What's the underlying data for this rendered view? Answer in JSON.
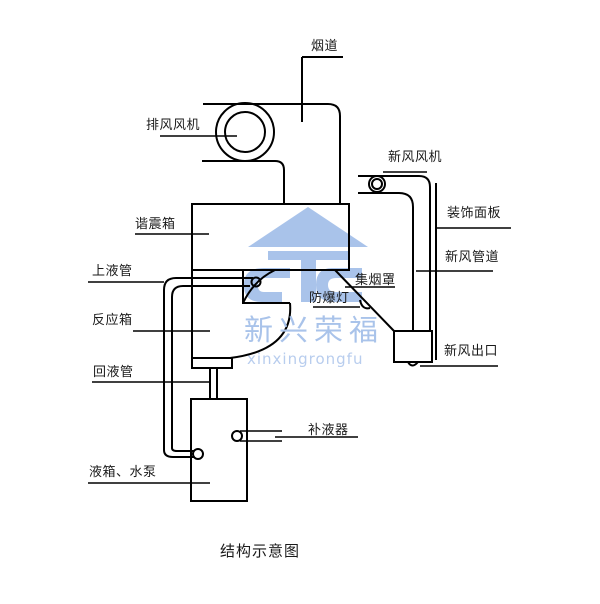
{
  "title": "结构示意图",
  "labels": {
    "flue": "烟道",
    "exhaust_fan": "排风风机",
    "fresh_air_fan": "新风风机",
    "decorative_panel": "装饰面板",
    "muffler_box": "谐震箱",
    "fresh_air_duct": "新风管道",
    "supply_pipe": "上液管",
    "fume_hood": "集烟罩",
    "explosion_proof_lamp": "防爆灯",
    "reaction_box": "反应箱",
    "fresh_air_outlet": "新风出口",
    "return_pipe": "回液管",
    "refill_device": "补液器",
    "tank_pump": "液箱、水泵"
  },
  "watermark": {
    "brand_cn": "新兴荣福",
    "brand_en": "xinxingrongfu",
    "color": "#a9c3ea"
  },
  "colors": {
    "line": "#000000",
    "watermark": "#a9c3ea",
    "background": "#ffffff"
  }
}
